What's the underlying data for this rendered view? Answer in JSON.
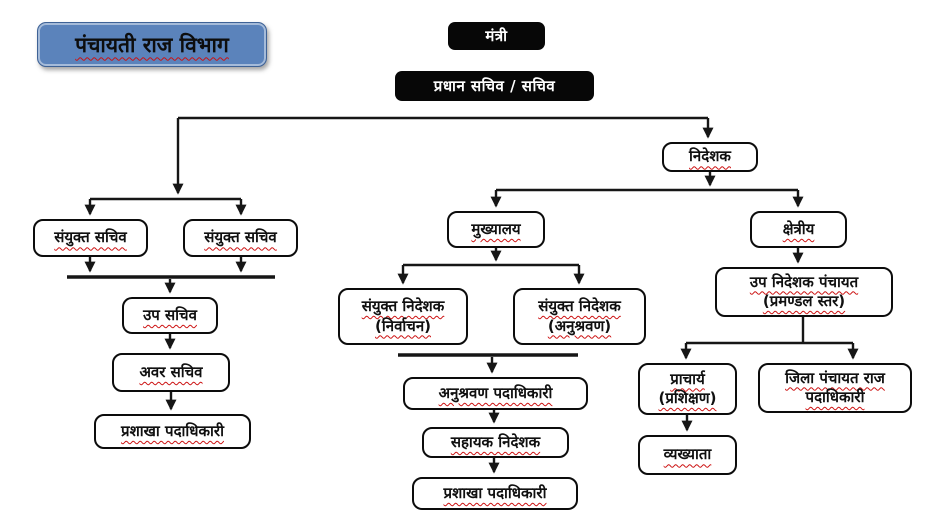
{
  "colors": {
    "accent_blue": "#5b83bb",
    "line_black": "#161616",
    "squiggle_red": "#cc1111",
    "squiggle_green": "#2f8f2f",
    "pill_bg": "#070707",
    "node_border": "#0c0c0c"
  },
  "header": {
    "department_title": "पंचायती राज विभाग"
  },
  "nodes": {
    "minister": {
      "label": "मंत्री"
    },
    "secretary": {
      "label": "प्रधान सचिव / सचिव"
    },
    "director": {
      "label": "निदेशक"
    },
    "joint_secretary_1": {
      "label": "संयुक्त सचिव"
    },
    "joint_secretary_2": {
      "label": "संयुक्त सचिव"
    },
    "deputy_secretary": {
      "label": "उप सचिव"
    },
    "under_secretary": {
      "label": "अवर सचिव"
    },
    "branch_officer_secretariat": {
      "label": "प्रशाखा पदाधिकारी"
    },
    "headquarters": {
      "label": "मुख्यालय"
    },
    "joint_director_election": {
      "line1": "संयुक्त निदेशक",
      "line2": "(निर्वाचन)"
    },
    "joint_director_monitoring": {
      "line1": "संयुक्त निदेशक",
      "line2": "(अनुश्रवण)"
    },
    "monitoring_officer": {
      "label": "अनुश्रवण पदाधिकारी"
    },
    "assistant_director": {
      "label": "सहायक निदेशक"
    },
    "branch_officer_directorate": {
      "label": "प्रशाखा पदाधिकारी"
    },
    "regional": {
      "label": "क्षेत्रीय"
    },
    "deputy_director_panchayat": {
      "line1": "उप निदेशक पंचायत",
      "line2": "(प्रमण्डल स्तर)"
    },
    "principal_training": {
      "line1": "प्राचार्य",
      "line2": "(प्रशिक्षण)"
    },
    "district_panchayat_raj_officer": {
      "line1": "जिला पंचायत राज",
      "line2": "पदाधिकारी"
    },
    "lecturer": {
      "label": "व्यख्याता"
    }
  }
}
